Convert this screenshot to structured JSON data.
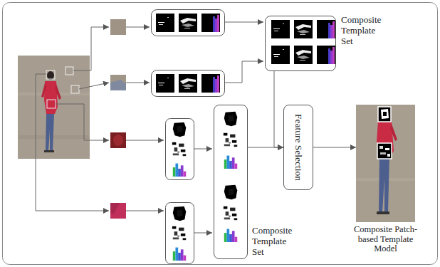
{
  "diagram": {
    "nodes": [
      {
        "text": [
          "Composite Template Set"
        ]
      },
      {
        "text": [
          "Composite Template Set"
        ]
      },
      {
        "text": [
          "Feature Selection"
        ]
      },
      {
        "text": [
          "Composite Patch-based Template Model"
        ]
      }
    ],
    "edges": [
      {
        "from": 0,
        "to": 2,
        "arrow": "to"
      },
      {
        "from": 1,
        "to": 2,
        "arrow": "to"
      },
      {
        "from": 2,
        "to": 3,
        "arrow": "to"
      }
    ]
  }
}
